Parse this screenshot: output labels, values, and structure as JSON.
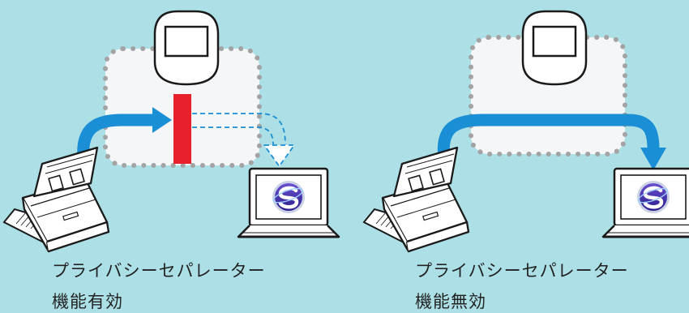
{
  "colors": {
    "background": "#ade0e6",
    "cloud_dots": "#a3a3a3",
    "cloud_fill": "#f4f6f8",
    "arrow": "#1a8fd6",
    "separator": "#e8202b"
  },
  "icons": [
    "scanner-icon",
    "server-icon",
    "laptop-icon",
    "scansnap-s-logo-icon"
  ],
  "panels": [
    {
      "label_line1": "プライバシーセパレーター",
      "label_line2": "機能有効",
      "separator_shown": true,
      "data_blocked": true
    },
    {
      "label_line1": "プライバシーセパレーター",
      "label_line2": "機能無効",
      "separator_shown": false,
      "data_blocked": false
    }
  ]
}
